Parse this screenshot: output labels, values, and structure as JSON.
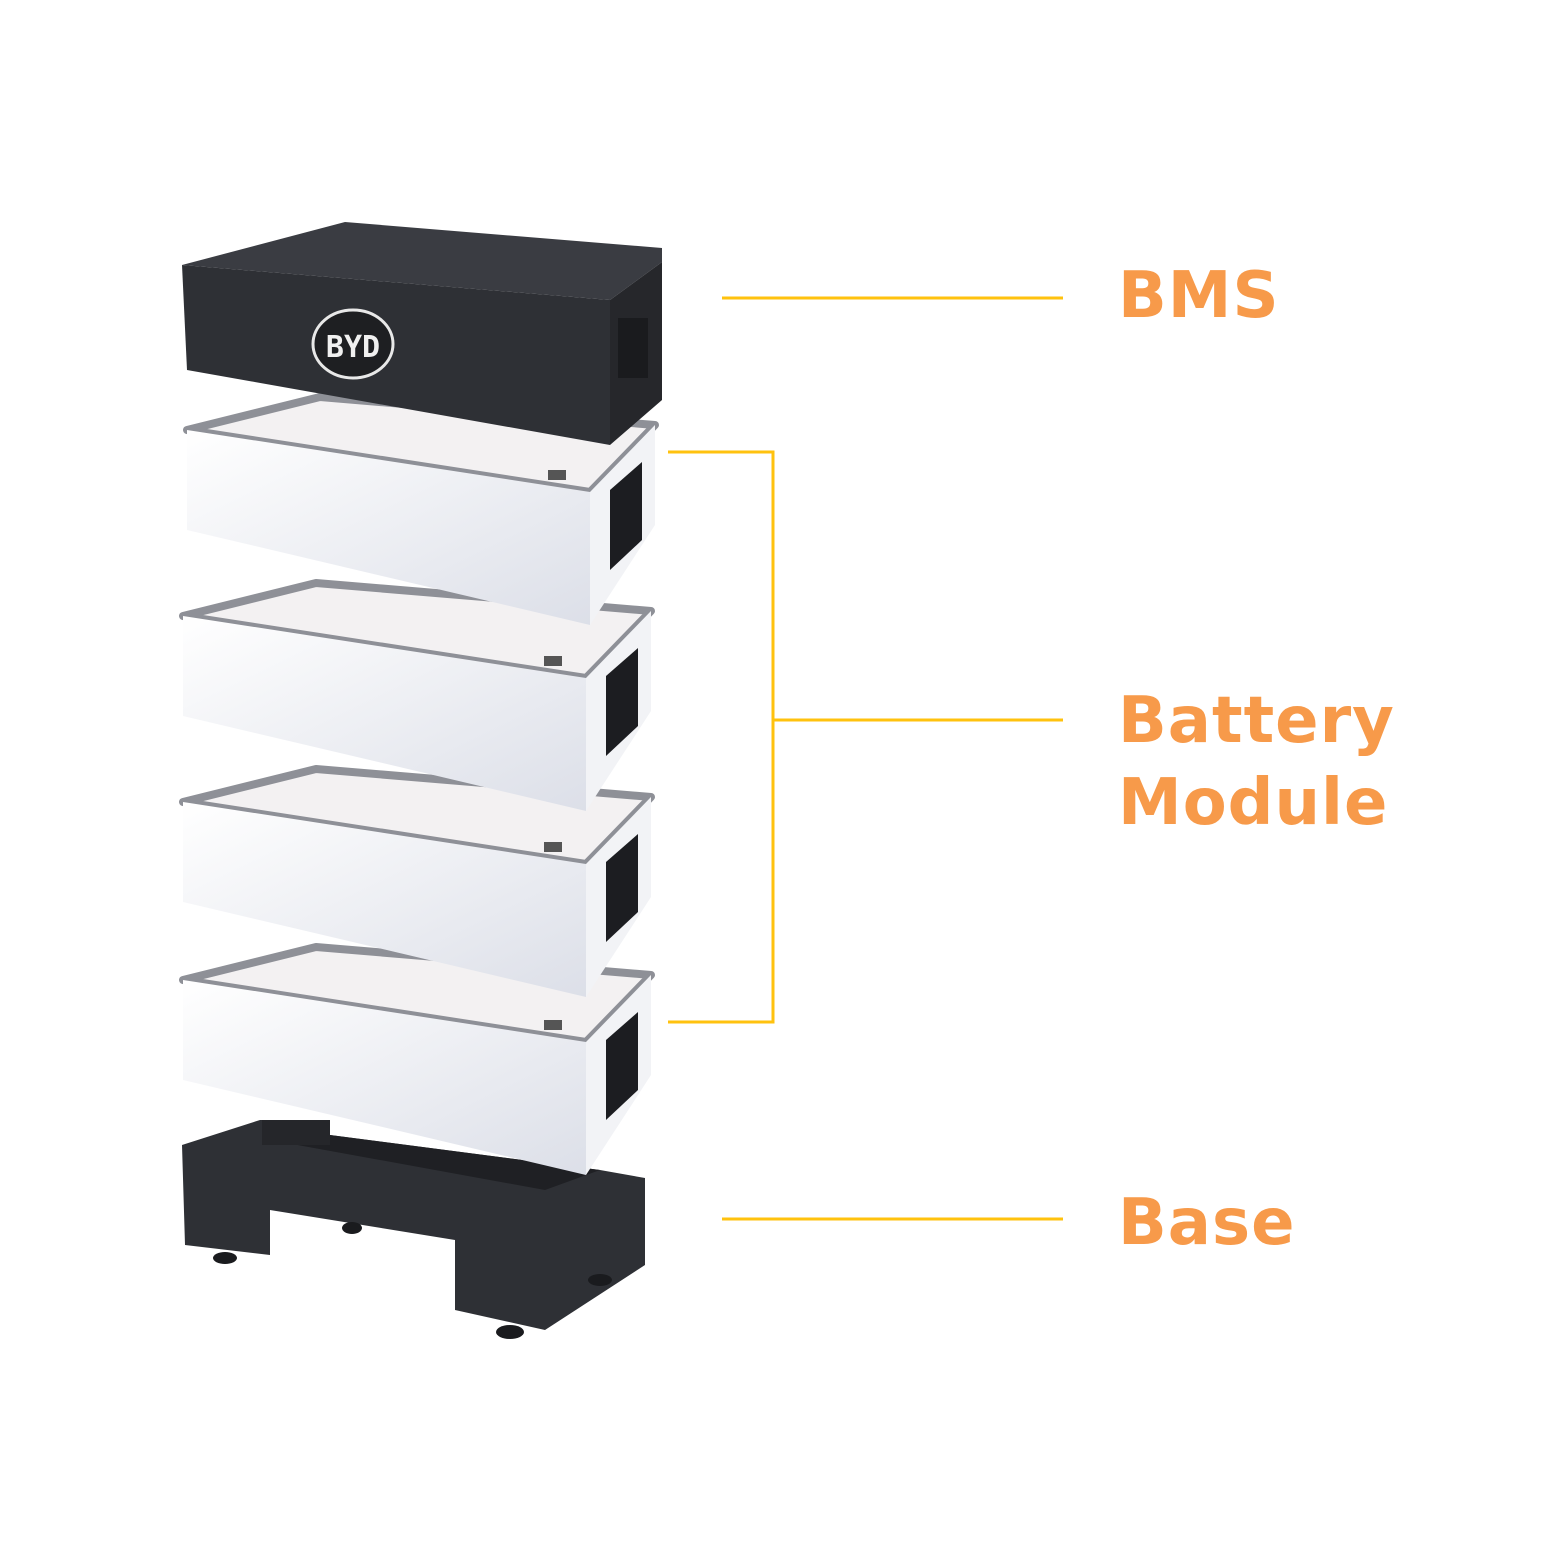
{
  "logo_text": "BYD",
  "labels": {
    "bms": "BMS",
    "battery_line1": "Battery",
    "battery_line2": "Module",
    "base": "Base"
  },
  "battery_module_count": 4,
  "colors": {
    "label": "#F79A4A",
    "leader_line": "#FFC20E",
    "dark_housing": "#2e3035",
    "module_white": "#eceef3"
  }
}
